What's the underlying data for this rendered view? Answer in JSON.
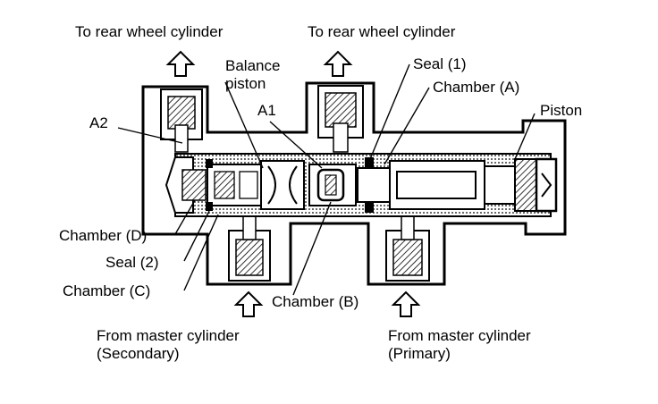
{
  "labels": {
    "to_rear_left": "To rear wheel cylinder",
    "to_rear_right": "To rear wheel cylinder",
    "balance_piston": "Balance\npiston",
    "seal_1": "Seal (1)",
    "chamber_a": "Chamber (A)",
    "piston": "Piston",
    "a2": "A2",
    "a1": "A1",
    "chamber_d": "Chamber (D)",
    "seal_2": "Seal (2)",
    "chamber_c": "Chamber (C)",
    "chamber_b": "Chamber (B)",
    "from_master_secondary": "From master cylinder\n(Secondary)",
    "from_master_primary": "From master cylinder\n(Primary)"
  }
}
